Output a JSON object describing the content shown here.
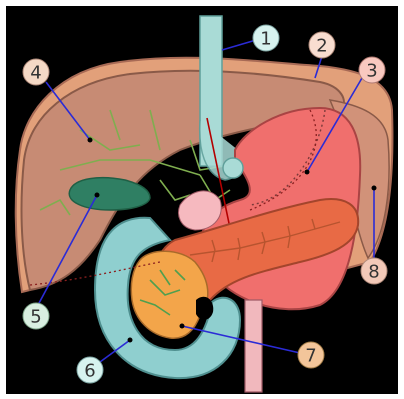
{
  "callouts": [
    {
      "id": "1",
      "label": "1",
      "fill": "#d7f3ef"
    },
    {
      "id": "2",
      "label": "2",
      "fill": "#f8ddd0"
    },
    {
      "id": "3",
      "label": "3",
      "fill": "#f9c9c0"
    },
    {
      "id": "4",
      "label": "4",
      "fill": "#f5d9c6"
    },
    {
      "id": "5",
      "label": "5",
      "fill": "#d9efe1"
    },
    {
      "id": "6",
      "label": "6",
      "fill": "#d7f3ef"
    },
    {
      "id": "7",
      "label": "7",
      "fill": "#f3c59a"
    },
    {
      "id": "8",
      "label": "8",
      "fill": "#f3c9b8"
    }
  ],
  "colors": {
    "background": "#000000",
    "liver": "#c78b74",
    "liver_edge": "#e2a07a",
    "stomach": "#f06f6d",
    "pancreas": "#e86a45",
    "duodenum": "#8fcfcf",
    "gallbladder": "#2f7f63",
    "esophagus": "#a9dbd6",
    "callout_line": "#2b2bd6"
  },
  "icons": [
    "liver-illustration",
    "stomach-illustration",
    "pancreas-illustration",
    "duodenum-illustration",
    "gallbladder-illustration",
    "esophagus-illustration"
  ]
}
